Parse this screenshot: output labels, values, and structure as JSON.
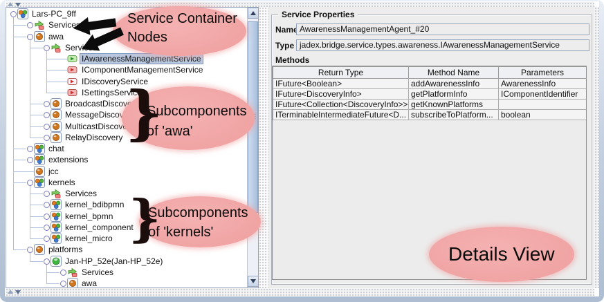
{
  "tree": {
    "rows": [
      {
        "label": "Lars-PC_9ff",
        "level": 0,
        "icon": "platform",
        "handle": "expanded",
        "selected": false
      },
      {
        "label": "Services",
        "level": 1,
        "icon": "services",
        "handle": "collapsed",
        "selected": false
      },
      {
        "label": "awa",
        "level": 1,
        "icon": "component",
        "handle": "expanded",
        "selected": false
      },
      {
        "label": "Services",
        "level": 2,
        "icon": "services",
        "handle": "expanded",
        "selected": false
      },
      {
        "label": "IAwarenessManagementService",
        "level": 3,
        "icon": "service-green",
        "handle": "leaf",
        "selected": true
      },
      {
        "label": "IComponentManagementService",
        "level": 3,
        "icon": "service-red",
        "handle": "leaf",
        "selected": false
      },
      {
        "label": "IDiscoveryService",
        "level": 3,
        "icon": "service-red-open",
        "handle": "leaf",
        "selected": false
      },
      {
        "label": "ISettingsService",
        "level": 3,
        "icon": "service-red",
        "handle": "leaf",
        "selected": false
      },
      {
        "label": "BroadcastDiscovery",
        "level": 2,
        "icon": "component",
        "handle": "collapsed",
        "selected": false
      },
      {
        "label": "MessageDiscovery",
        "level": 2,
        "icon": "component",
        "handle": "collapsed",
        "selected": false
      },
      {
        "label": "MulticastDiscovery",
        "level": 2,
        "icon": "component",
        "handle": "collapsed",
        "selected": false
      },
      {
        "label": "RelayDiscovery",
        "level": 2,
        "icon": "component",
        "handle": "collapsed",
        "selected": false
      },
      {
        "label": "chat",
        "level": 1,
        "icon": "platform",
        "handle": "collapsed",
        "selected": false
      },
      {
        "label": "extensions",
        "level": 1,
        "icon": "platform",
        "handle": "collapsed",
        "selected": false
      },
      {
        "label": "jcc",
        "level": 1,
        "icon": "component",
        "handle": "leaf",
        "selected": false
      },
      {
        "label": "kernels",
        "level": 1,
        "icon": "platform",
        "handle": "expanded",
        "selected": false
      },
      {
        "label": "Services",
        "level": 2,
        "icon": "services",
        "handle": "collapsed",
        "selected": false
      },
      {
        "label": "kernel_bdibpmn",
        "level": 2,
        "icon": "platform",
        "handle": "collapsed",
        "selected": false
      },
      {
        "label": "kernel_bpmn",
        "level": 2,
        "icon": "platform",
        "handle": "collapsed",
        "selected": false
      },
      {
        "label": "kernel_component",
        "level": 2,
        "icon": "platform",
        "handle": "collapsed",
        "selected": false
      },
      {
        "label": "kernel_micro",
        "level": 2,
        "icon": "platform",
        "handle": "collapsed",
        "selected": false
      },
      {
        "label": "platforms",
        "level": 1,
        "icon": "component",
        "handle": "expanded",
        "selected": false
      },
      {
        "label": "Jan-HP_52e(Jan-HP_52e)",
        "level": 2,
        "icon": "globe",
        "handle": "expanded",
        "selected": false
      },
      {
        "label": "Services",
        "level": 3,
        "icon": "services",
        "handle": "collapsed",
        "selected": false
      },
      {
        "label": "awa",
        "level": 3,
        "icon": "component",
        "handle": "collapsed",
        "selected": false
      }
    ]
  },
  "details": {
    "panel_title": "Service Properties",
    "name_label": "Name",
    "name_value": "AwarenessManagementAgent_#20",
    "type_label": "Type",
    "type_value": "jadex.bridge.service.types.awareness.IAwarenessManagementService",
    "methods_label": "Methods",
    "table": {
      "columns": [
        "Return Type",
        "Method Name",
        "Parameters"
      ],
      "rows": [
        [
          "IFuture<Boolean>",
          "addAwarenessInfo",
          "AwarenessInfo"
        ],
        [
          "IFuture<DiscoveryInfo>",
          "getPlatformInfo",
          "IComponentIdentifier"
        ],
        [
          "IFuture<Collection<DiscoveryInfo>>",
          "getKnownPlatforms",
          ""
        ],
        [
          "ITerminableIntermediateFuture<D...",
          "subscribeToPlatform...",
          "boolean"
        ]
      ]
    }
  },
  "annotations": {
    "service_container": [
      "Service Container",
      "Nodes"
    ],
    "sub_awa": [
      "Subcomponents",
      "of 'awa'"
    ],
    "sub_kernels": [
      "Subcomponents",
      "of 'kernels'"
    ],
    "details_view": "Details View",
    "brace_glyph": "}"
  },
  "colors": {
    "annotation_pink": "#f0a3a3",
    "annotation_pink_light": "#f5b2b2",
    "selection_fill": "#b8c7de",
    "selection_border": "#7e93bd",
    "panel_bg": "#ededed",
    "tree_line": "#aebedd",
    "grid_line": "#9a9a9a"
  }
}
